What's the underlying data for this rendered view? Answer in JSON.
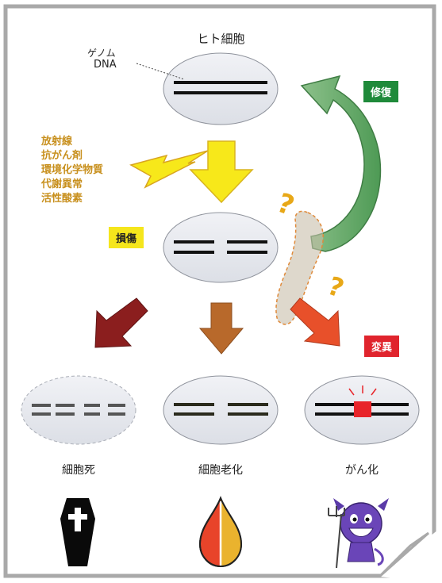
{
  "title": "ヒト細胞",
  "genome_label": "ゲノム",
  "dna_label": "DNA",
  "causes": [
    "放射線",
    "抗がん剤",
    "環境化学物質",
    "代謝異常",
    "活性酸素"
  ],
  "damage_label": "損傷",
  "repair_label": "修復",
  "mutation_label": "変異",
  "outcomes": [
    "細胞死",
    "細胞老化",
    "がん化"
  ],
  "question_mark": "?",
  "colors": {
    "cell_fill": "#e8eaef",
    "dna": "#111111",
    "repair_arrow": "#6aa86a",
    "repair_badge": "#1f8a3a",
    "damage_badge": "#f5e61c",
    "mutation_badge": "#e0242d",
    "arrow_death": "#8b1e1e",
    "arrow_senescence": "#b8692b",
    "arrow_cancer": "#e8502a",
    "hazard_arrow": "#f7e81a",
    "question": "#e8a818"
  }
}
